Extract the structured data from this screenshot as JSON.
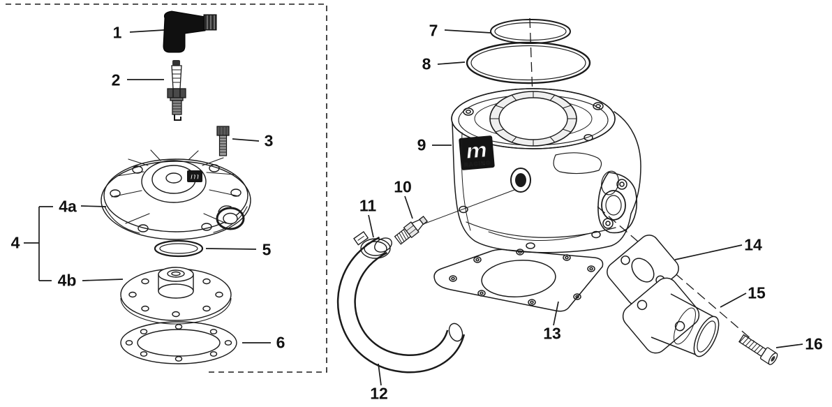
{
  "figure": {
    "background": "#ffffff",
    "line_color": "#1a1a1a"
  },
  "logo": {
    "mark": "m",
    "sub": "RACING"
  },
  "callouts": [
    {
      "id": "1",
      "label": "1"
    },
    {
      "id": "2",
      "label": "2"
    },
    {
      "id": "3",
      "label": "3"
    },
    {
      "id": "4",
      "label": "4"
    },
    {
      "id": "4a",
      "label": "4a"
    },
    {
      "id": "4b",
      "label": "4b"
    },
    {
      "id": "5",
      "label": "5"
    },
    {
      "id": "6",
      "label": "6"
    },
    {
      "id": "7",
      "label": "7"
    },
    {
      "id": "8",
      "label": "8"
    },
    {
      "id": "9",
      "label": "9"
    },
    {
      "id": "10",
      "label": "10"
    },
    {
      "id": "11",
      "label": "11"
    },
    {
      "id": "12",
      "label": "12"
    },
    {
      "id": "13",
      "label": "13"
    },
    {
      "id": "14",
      "label": "14"
    },
    {
      "id": "15",
      "label": "15"
    },
    {
      "id": "16",
      "label": "16"
    }
  ]
}
